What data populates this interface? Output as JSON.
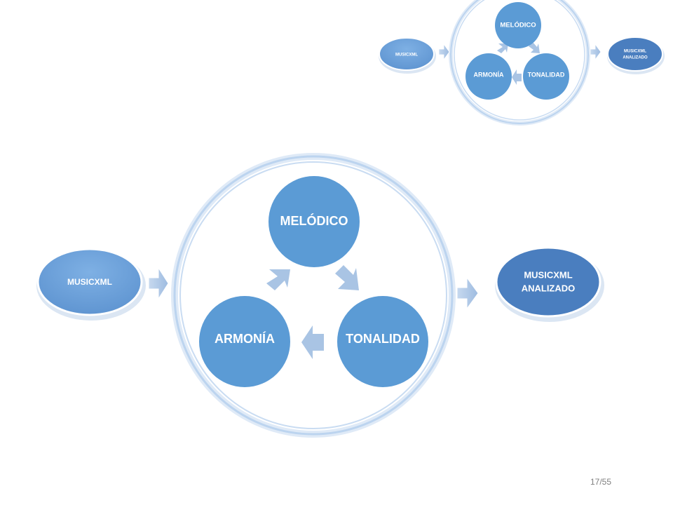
{
  "main_diagram": {
    "input_label": "MUSICXML",
    "output_label_line1": "MUSICXML",
    "output_label_line2": "ANALIZADO",
    "cycle": [
      "MELÓDICO",
      "TONALIDAD",
      "ARMONÍA"
    ]
  },
  "thumbnail_diagram": {
    "input_label": "MUSICXML",
    "output_label_line1": "MUSICXML",
    "output_label_line2": "ANALIZADO",
    "cycle": [
      "MELÓDICO",
      "TONALIDAD",
      "ARMONÍA"
    ]
  },
  "slide": {
    "page_number": "17/55"
  },
  "colors": {
    "node_fill": "#5b9bd5",
    "output_fill": "#4a7ebf",
    "ring_stroke": "#bdd7ee",
    "arrow_fill": "#a9c4e4",
    "input_fill": "#6fa3db"
  }
}
